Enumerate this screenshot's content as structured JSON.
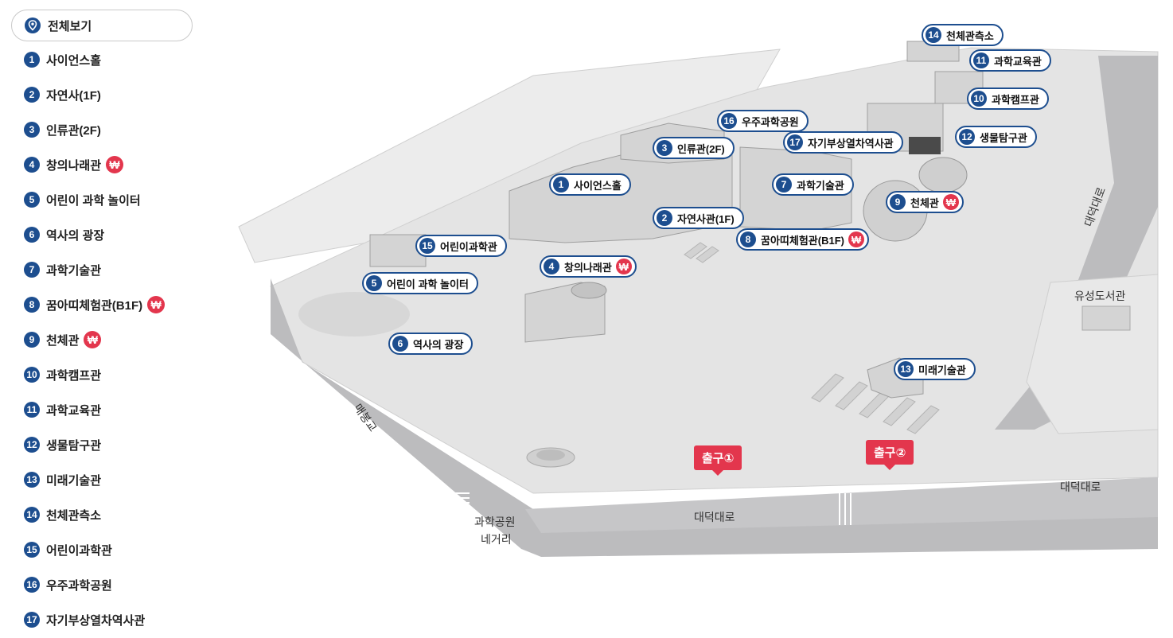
{
  "sidebar": {
    "view_all_label": "전체보기",
    "items": [
      {
        "num": "1",
        "label": "사이언스홀",
        "paid": false
      },
      {
        "num": "2",
        "label": "자연사(1F)",
        "paid": false
      },
      {
        "num": "3",
        "label": "인류관(2F)",
        "paid": false
      },
      {
        "num": "4",
        "label": "창의나래관",
        "paid": true
      },
      {
        "num": "5",
        "label": "어린이 과학 놀이터",
        "paid": false
      },
      {
        "num": "6",
        "label": "역사의 광장",
        "paid": false
      },
      {
        "num": "7",
        "label": "과학기술관",
        "paid": false
      },
      {
        "num": "8",
        "label": "꿈아띠체험관(B1F)",
        "paid": true
      },
      {
        "num": "9",
        "label": "천체관",
        "paid": true
      },
      {
        "num": "10",
        "label": "과학캠프관",
        "paid": false
      },
      {
        "num": "11",
        "label": "과학교육관",
        "paid": false
      },
      {
        "num": "12",
        "label": "생물탐구관",
        "paid": false
      },
      {
        "num": "13",
        "label": "미래기술관",
        "paid": false
      },
      {
        "num": "14",
        "label": "천체관측소",
        "paid": false
      },
      {
        "num": "15",
        "label": "어린이과학관",
        "paid": false
      },
      {
        "num": "16",
        "label": "우주과학공원",
        "paid": false
      },
      {
        "num": "17",
        "label": "자기부상열차역사관",
        "paid": false
      }
    ],
    "won_symbol": "₩"
  },
  "map": {
    "labels": [
      {
        "num": "1",
        "label": "사이언스홀"
      },
      {
        "num": "2",
        "label": "자연사관(1F)"
      },
      {
        "num": "3",
        "label": "인류관(2F)"
      },
      {
        "num": "4",
        "label": "창의나래관"
      },
      {
        "num": "5",
        "label": "어린이 과학 놀이터"
      },
      {
        "num": "6",
        "label": "역사의 광장"
      },
      {
        "num": "7",
        "label": "과학기술관"
      },
      {
        "num": "8",
        "label": "꿈아띠체험관(B1F)"
      },
      {
        "num": "9",
        "label": "천체관"
      },
      {
        "num": "10",
        "label": "과학캠프관"
      },
      {
        "num": "11",
        "label": "과학교육관"
      },
      {
        "num": "12",
        "label": "생물탐구관"
      },
      {
        "num": "13",
        "label": "미래기술관"
      },
      {
        "num": "14",
        "label": "천체관측소"
      },
      {
        "num": "15",
        "label": "어린이과학관"
      },
      {
        "num": "16",
        "label": "우주과학공원"
      },
      {
        "num": "17",
        "label": "자기부상열차역사관"
      }
    ],
    "exits": [
      "출구①",
      "출구②"
    ],
    "roads": {
      "daedeok_right_vertical": "대덕대로",
      "daedeok_right": "대덕대로",
      "daedeok_bottom": "대덕대로",
      "maebong": "매봉교",
      "intersection_1": "과학공원",
      "intersection_2": "네거리",
      "library": "유성도서관"
    },
    "colors": {
      "accent_blue": "#1d4e8f",
      "paid_red": "#e3364d",
      "road_gray": "#b9b9bb",
      "ground_gray": "#e4e4e4",
      "building_gray": "#d4d4d4"
    }
  }
}
